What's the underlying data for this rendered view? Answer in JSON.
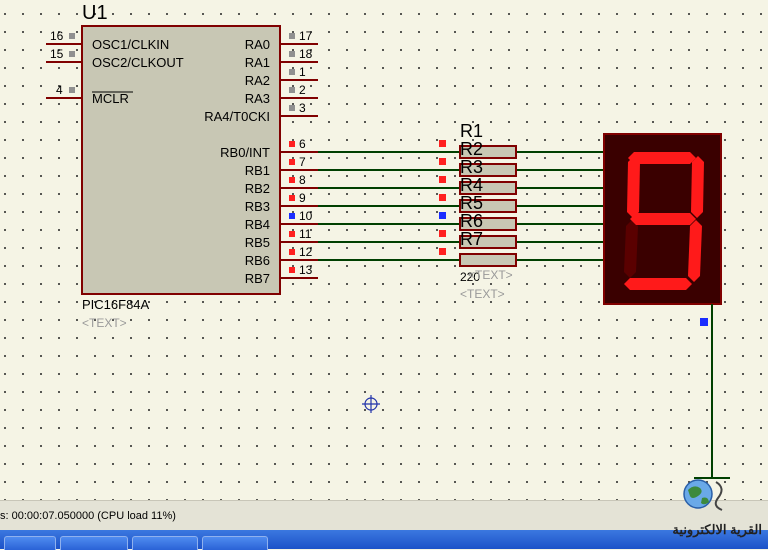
{
  "u1": {
    "refdes": "U1",
    "part": "PIC16F84A",
    "text_placeholder": "<TEXT>",
    "left_pins": [
      {
        "num": "16",
        "name": "OSC1/CLKIN"
      },
      {
        "num": "15",
        "name": "OSC2/CLKOUT"
      },
      {
        "num": "4",
        "name": "MCLR"
      }
    ],
    "right_pins": [
      {
        "num": "17",
        "name": "RA0"
      },
      {
        "num": "18",
        "name": "RA1"
      },
      {
        "num": "1",
        "name": "RA2"
      },
      {
        "num": "2",
        "name": "RA3"
      },
      {
        "num": "3",
        "name": "RA4/T0CKI"
      },
      {
        "num": "6",
        "name": "RB0/INT"
      },
      {
        "num": "7",
        "name": "RB1"
      },
      {
        "num": "8",
        "name": "RB2"
      },
      {
        "num": "9",
        "name": "RB3"
      },
      {
        "num": "10",
        "name": "RB4"
      },
      {
        "num": "11",
        "name": "RB5"
      },
      {
        "num": "12",
        "name": "RB6"
      },
      {
        "num": "13",
        "name": "RB7"
      }
    ]
  },
  "resistors": {
    "labels": [
      "R1",
      "R2",
      "R3",
      "R4",
      "R5",
      "R6",
      "R7"
    ],
    "value": "220",
    "value_placeholder": "<TEXT>",
    "text_placeholder": "<TEXT>"
  },
  "display": {
    "shown_digit": "9",
    "lit_color": "#ff1a1a",
    "unlit_color": "#5a0000",
    "body_color": "#3a0000"
  },
  "status_bar": {
    "text": "s: 00:00:07.050000 (CPU load 11%)"
  },
  "watermark": {
    "text": "القرية الالكترونية"
  },
  "colors": {
    "pin_high": "#ff2020",
    "pin_low": "#1a2cff",
    "pin_unconnected": "#909090",
    "wire": "#004000",
    "component_outline": "#800000",
    "component_fill": "#c8c7b4"
  }
}
